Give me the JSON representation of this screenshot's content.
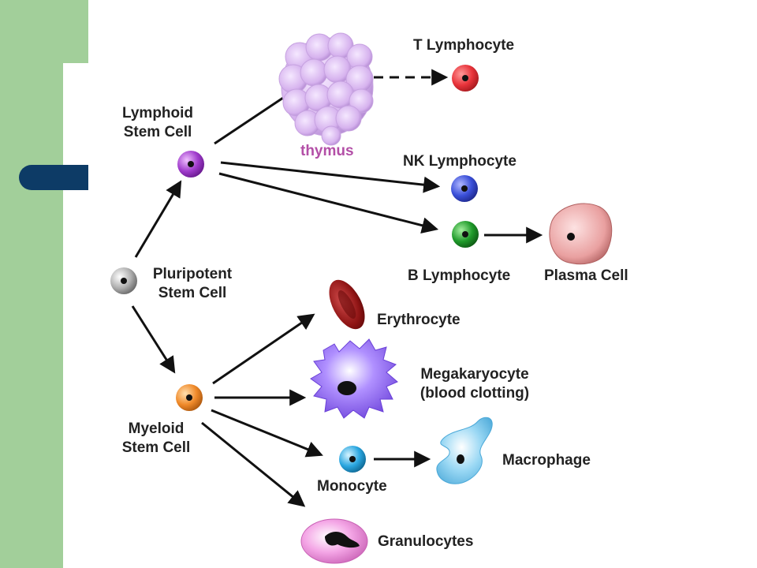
{
  "labels": {
    "t_lymphocyte": "T Lymphocyte",
    "lymphoid_line1": "Lymphoid",
    "lymphoid_line2": "Stem Cell",
    "thymus": "thymus",
    "nk_lymphocyte": "NK Lymphocyte",
    "b_lymphocyte": "B Lymphocyte",
    "plasma_cell": "Plasma Cell",
    "pluripotent_line1": "Pluripotent",
    "pluripotent_line2": "Stem Cell",
    "erythrocyte": "Erythrocyte",
    "megakaryocyte_line1": "Megakaryocyte",
    "megakaryocyte_line2": "(blood clotting)",
    "myeloid_line1": "Myeloid",
    "myeloid_line2": "Stem Cell",
    "monocyte": "Monocyte",
    "macrophage": "Macrophage",
    "granulocytes": "Granulocytes"
  },
  "colors": {
    "slide_green": "#a2cf9a",
    "accent_navy": "#0d3b66",
    "thymus_label": "#b34fa7",
    "t_cell": "#e8333a",
    "lymphoid_cell": "#a03ccc",
    "nk_cell": "#3a4fd8",
    "b_cell": "#1f9a2a",
    "pluripotent_cell": "#9a9a9a",
    "myeloid_cell": "#f08a2a",
    "monocyte_cell": "#2aa6e0"
  }
}
